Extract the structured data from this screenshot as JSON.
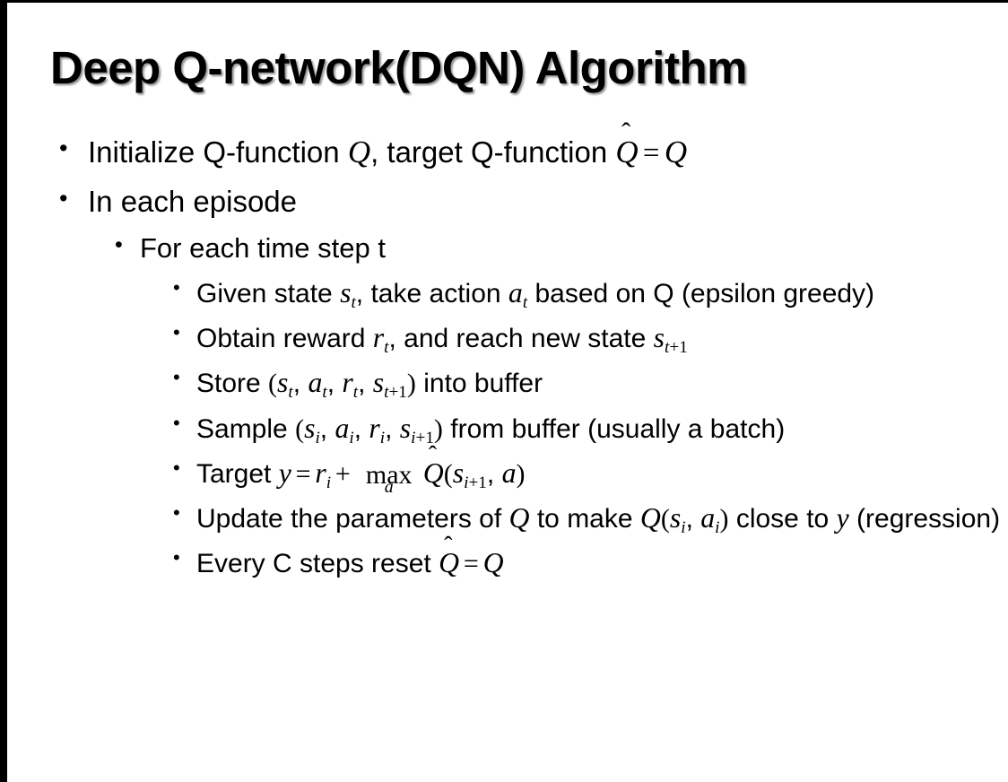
{
  "slide": {
    "title": "Deep Q-network(DQN) Algorithm",
    "background_color": "#ffffff",
    "text_color": "#000000",
    "edge_bar_color": "#000000",
    "bullet_marker": "•"
  },
  "body": {
    "items": [
      {
        "level": 1,
        "id": "initialize",
        "parts": [
          {
            "t": "text",
            "v": "Initialize Q-function "
          },
          {
            "t": "mi",
            "v": "Q"
          },
          {
            "t": "text",
            "v": ", target Q-function "
          },
          {
            "t": "hat",
            "v": "Q"
          },
          {
            "t": "mo",
            "v": "="
          },
          {
            "t": "mi",
            "v": "Q"
          }
        ],
        "plain": "Initialize Q-function Q, target Q-function Q̂ = Q"
      },
      {
        "level": 1,
        "id": "in-each-episode",
        "parts": [
          {
            "t": "text",
            "v": "In each episode"
          }
        ],
        "plain": "In each episode"
      },
      {
        "level": 2,
        "id": "for-each-time-step",
        "parts": [
          {
            "t": "text",
            "v": "For each time step t"
          }
        ],
        "plain": "For each time step t"
      },
      {
        "level": 3,
        "id": "given-state",
        "parts": [
          {
            "t": "text",
            "v": "Given state "
          },
          {
            "t": "mi",
            "v": "s"
          },
          {
            "t": "sub",
            "v": "t"
          },
          {
            "t": "text",
            "v": ", take action "
          },
          {
            "t": "mi",
            "v": "a"
          },
          {
            "t": "sub",
            "v": "t"
          },
          {
            "t": "text",
            "v": " based on Q (epsilon greedy)"
          }
        ],
        "plain": "Given state s_t, take action a_t based on Q (epsilon greedy)"
      },
      {
        "level": 3,
        "id": "obtain-reward",
        "parts": [
          {
            "t": "text",
            "v": "Obtain reward "
          },
          {
            "t": "mi",
            "v": "r"
          },
          {
            "t": "sub",
            "v": "t"
          },
          {
            "t": "text",
            "v": ", and reach new state "
          },
          {
            "t": "mi",
            "v": "s"
          },
          {
            "t": "sub",
            "v": "t+1"
          }
        ],
        "plain": "Obtain reward r_t, and reach new state s_{t+1}"
      },
      {
        "level": 3,
        "id": "store-buffer",
        "parts": [
          {
            "t": "text",
            "v": "Store "
          },
          {
            "t": "paren",
            "v": "("
          },
          {
            "t": "mi",
            "v": "s"
          },
          {
            "t": "sub",
            "v": "t"
          },
          {
            "t": "text",
            "v": ", "
          },
          {
            "t": "mi",
            "v": "a"
          },
          {
            "t": "sub",
            "v": "t"
          },
          {
            "t": "text",
            "v": ", "
          },
          {
            "t": "mi",
            "v": "r"
          },
          {
            "t": "sub",
            "v": "t"
          },
          {
            "t": "text",
            "v": ", "
          },
          {
            "t": "mi",
            "v": "s"
          },
          {
            "t": "sub",
            "v": "t+1"
          },
          {
            "t": "paren",
            "v": ")"
          },
          {
            "t": "text",
            "v": " into buffer"
          }
        ],
        "plain": "Store (s_t, a_t, r_t, s_{t+1}) into buffer"
      },
      {
        "level": 3,
        "id": "sample-buffer",
        "parts": [
          {
            "t": "text",
            "v": "Sample "
          },
          {
            "t": "paren",
            "v": "("
          },
          {
            "t": "mi",
            "v": "s"
          },
          {
            "t": "sub",
            "v": "i"
          },
          {
            "t": "text",
            "v": ", "
          },
          {
            "t": "mi",
            "v": "a"
          },
          {
            "t": "sub",
            "v": "i"
          },
          {
            "t": "text",
            "v": ", "
          },
          {
            "t": "mi",
            "v": "r"
          },
          {
            "t": "sub",
            "v": "i"
          },
          {
            "t": "text",
            "v": ", "
          },
          {
            "t": "mi",
            "v": "s"
          },
          {
            "t": "sub",
            "v": "i+1"
          },
          {
            "t": "paren",
            "v": ")"
          },
          {
            "t": "text",
            "v": " from buffer (usually a batch)"
          }
        ],
        "plain": "Sample (s_i, a_i, r_i, s_{i+1}) from buffer (usually a batch)"
      },
      {
        "level": 3,
        "id": "target-equation",
        "parts": [
          {
            "t": "text",
            "v": "Target "
          },
          {
            "t": "mi",
            "v": "y"
          },
          {
            "t": "mo",
            "v": "="
          },
          {
            "t": "mi",
            "v": "r"
          },
          {
            "t": "sub",
            "v": "i"
          },
          {
            "t": "mo",
            "v": "+"
          },
          {
            "t": "oplimits",
            "v": "max",
            "lim": "a"
          },
          {
            "t": "hat",
            "v": "Q"
          },
          {
            "t": "paren",
            "v": "("
          },
          {
            "t": "mi",
            "v": "s"
          },
          {
            "t": "sub",
            "v": "i+1"
          },
          {
            "t": "text",
            "v": ", "
          },
          {
            "t": "mi",
            "v": "a"
          },
          {
            "t": "paren",
            "v": ")"
          }
        ],
        "plain": "Target y = r_i + max_a Q̂(s_{i+1}, a)"
      },
      {
        "level": 3,
        "id": "update-parameters",
        "parts": [
          {
            "t": "text",
            "v": "Update the parameters of "
          },
          {
            "t": "mi",
            "v": "Q"
          },
          {
            "t": "text",
            "v": " to make "
          },
          {
            "t": "mi",
            "v": "Q"
          },
          {
            "t": "paren",
            "v": "("
          },
          {
            "t": "mi",
            "v": "s"
          },
          {
            "t": "sub",
            "v": "i"
          },
          {
            "t": "text",
            "v": ", "
          },
          {
            "t": "mi",
            "v": "a"
          },
          {
            "t": "sub",
            "v": "i"
          },
          {
            "t": "paren",
            "v": ")"
          },
          {
            "t": "text",
            "v": " close to "
          },
          {
            "t": "mi",
            "v": "y"
          },
          {
            "t": "text",
            "v": " (regression)"
          }
        ],
        "plain": "Update the parameters of Q to make Q(s_i, a_i) close to y (regression)"
      },
      {
        "level": 3,
        "id": "every-c-steps",
        "parts": [
          {
            "t": "text",
            "v": "Every C steps reset "
          },
          {
            "t": "hat",
            "v": "Q"
          },
          {
            "t": "mo",
            "v": "="
          },
          {
            "t": "mi",
            "v": "Q"
          }
        ],
        "plain": "Every C steps reset Q̂ = Q"
      }
    ]
  }
}
